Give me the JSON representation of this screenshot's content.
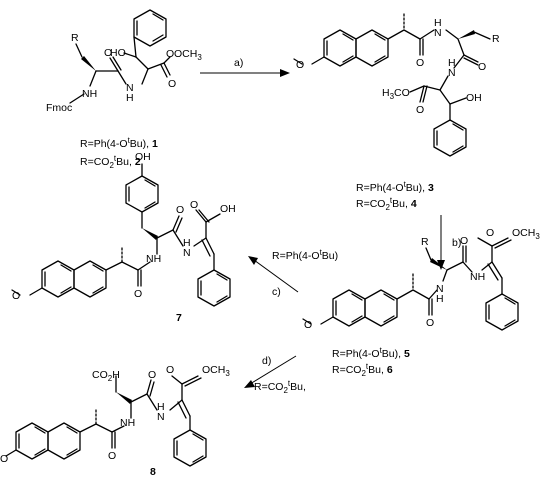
{
  "atoms": {
    "R": "R",
    "HO": "HO",
    "OH": "OH",
    "OCH3": "OCH",
    "sub3": "3",
    "H3C": "H",
    "H3C_tail": "C",
    "O": "O",
    "N": "N",
    "H": "H",
    "Fmoc": "Fmoc",
    "CO2H": "CO",
    "sub2": "2",
    "H_after_CO2": "H"
  },
  "compound_labels": {
    "c1_line1_pre": "R=Ph(4-O",
    "c1_line1_t": "t",
    "c1_line1_post": "Bu), ",
    "c1_num": "1",
    "c1_line2_pre": "R=CO",
    "c1_line2_sub": "2",
    "c1_line2_t": "t",
    "c1_line2_post": "Bu, ",
    "c2_num": "2",
    "c3_num": "3",
    "c4_num": "4",
    "c5_num": "5",
    "c6_num": "6",
    "c7_num": "7",
    "c8_num": "8"
  },
  "steps": {
    "a": "a)",
    "b": "b)",
    "c": "c)",
    "d": "d)",
    "c_cond_pre": "R=Ph(4-O",
    "c_cond_t": "t",
    "c_cond_post": "Bu)",
    "d_cond_pre": "R=CO",
    "d_cond_sub": "2",
    "d_cond_t": "t",
    "d_cond_post": "Bu,"
  }
}
